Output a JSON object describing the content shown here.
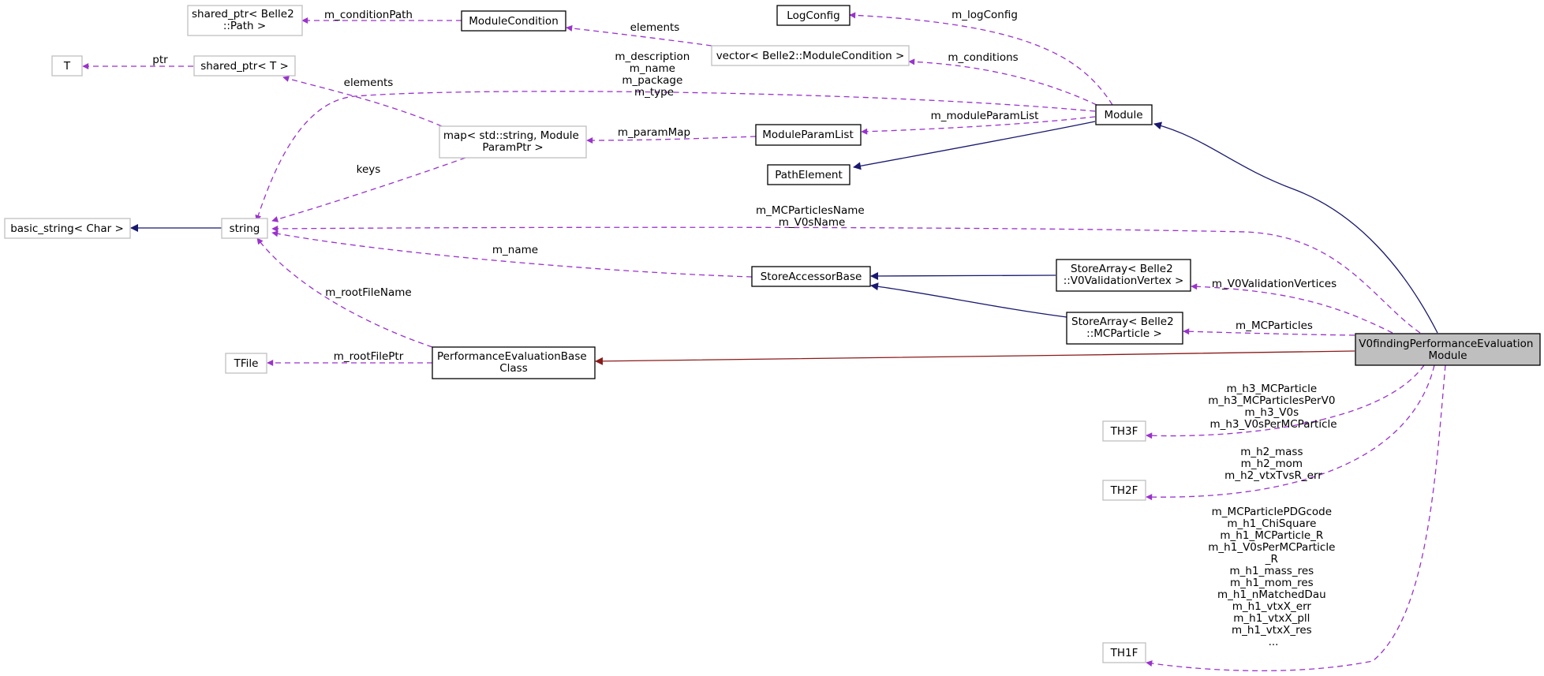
{
  "colors": {
    "usage_edge": "#9a32cd",
    "inheritance_edge": "#191970",
    "protected_inheritance_edge": "#8b1a1a",
    "focus_fill": "#bfbfbf",
    "external_border": "#bfbfbf"
  },
  "nodes": {
    "shared_ptr_path": [
      "shared_ptr< Belle2",
      "::Path >"
    ],
    "module_condition": [
      "ModuleCondition"
    ],
    "log_config": [
      "LogConfig"
    ],
    "t": [
      "T"
    ],
    "shared_ptr_t": [
      "shared_ptr< T >"
    ],
    "vector_module_condition": [
      "vector< Belle2::ModuleCondition >"
    ],
    "module": [
      "Module"
    ],
    "map_module_param": [
      "map< std::string, Module",
      "ParamPtr >"
    ],
    "module_param_list": [
      "ModuleParamList"
    ],
    "path_element": [
      "PathElement"
    ],
    "basic_string": [
      "basic_string< Char >"
    ],
    "string": [
      "string"
    ],
    "store_accessor_base": [
      "StoreAccessorBase"
    ],
    "store_array_v0": [
      "StoreArray< Belle2",
      "::V0ValidationVertex >"
    ],
    "store_array_mc": [
      "StoreArray< Belle2",
      "::MCParticle >"
    ],
    "tfile": [
      "TFile"
    ],
    "perf_eval_base": [
      "PerformanceEvaluationBase",
      "Class"
    ],
    "v0finding": [
      "V0findingPerformanceEvaluation",
      "Module"
    ],
    "th3f": [
      "TH3F"
    ],
    "th2f": [
      "TH2F"
    ],
    "th1f": [
      "TH1F"
    ]
  },
  "edge_labels": {
    "condition_path": [
      "m_conditionPath"
    ],
    "elements_top": [
      "elements"
    ],
    "log_config": [
      "m_logConfig"
    ],
    "ptr": [
      "ptr"
    ],
    "conditions": [
      "m_conditions"
    ],
    "elements_map": [
      "elements"
    ],
    "module_members": [
      "m_description",
      "m_name",
      "m_package",
      "m_type"
    ],
    "module_param_list": [
      "m_moduleParamList"
    ],
    "param_map": [
      "m_paramMap"
    ],
    "keys": [
      "keys"
    ],
    "string_names": [
      "m_MCParticlesName",
      "m_V0sName"
    ],
    "m_name": [
      "m_name"
    ],
    "root_file_name": [
      "m_rootFileName"
    ],
    "root_file_ptr": [
      "m_rootFilePtr"
    ],
    "v0_validation_vertices": [
      "m_V0ValidationVertices"
    ],
    "mc_particles": [
      "m_MCParticles"
    ],
    "h3": [
      "m_h3_MCParticle",
      "m_h3_MCParticlesPerV0",
      "m_h3_V0s",
      "m_h3_V0sPerMCParticle"
    ],
    "h2": [
      "m_h2_mass",
      "m_h2_mom",
      "m_h2_vtxTvsR_err"
    ],
    "h1": [
      "m_MCParticlePDGcode",
      "m_h1_ChiSquare",
      "m_h1_MCParticle_R",
      "m_h1_V0sPerMCParticle",
      "_R",
      "m_h1_mass_res",
      "m_h1_mom_res",
      "m_h1_nMatchedDau",
      "m_h1_vtxX_err",
      "m_h1_vtxX_pll",
      "m_h1_vtxX_res",
      "..."
    ]
  }
}
